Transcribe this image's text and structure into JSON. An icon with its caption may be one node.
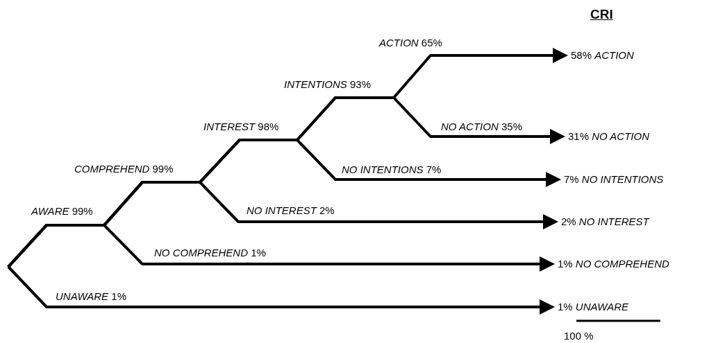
{
  "diagram": {
    "title": "CRI",
    "nodes": [
      {
        "text": [
          "58% *ACTION*"
        ]
      },
      {
        "text": [
          "31% *NO ACTION*"
        ]
      },
      {
        "text": [
          "7% *NO INTENTIONS*"
        ]
      },
      {
        "text": [
          "2% *NO INTEREST*"
        ]
      },
      {
        "text": [
          "1% *NO COMPREHEND*"
        ]
      },
      {
        "text": [
          "1% *UNAWARE*"
        ]
      }
    ],
    "edges": [
      {
        "from": null,
        "to": 0,
        "arrow": "to",
        "label": "*ACTION* 65%"
      },
      {
        "from": null,
        "to": 1,
        "arrow": "to",
        "label": "*NO ACTION* 35%"
      },
      {
        "from": null,
        "to": 2,
        "arrow": "to",
        "label": "*NO INTENTIONS* 7%"
      },
      {
        "from": null,
        "to": 3,
        "arrow": "to",
        "label": "*NO INTEREST* 2%"
      },
      {
        "from": null,
        "to": 4,
        "arrow": "to",
        "label": "*NO COMPREHEND* 1%"
      },
      {
        "from": null,
        "to": 5,
        "arrow": "to",
        "label": "*UNAWARE* 1%"
      }
    ],
    "labels": [
      "*INTENTIONS* 93%",
      "*INTEREST* 98%",
      "*COMPREHEND* 99%",
      "*AWARE* 99%",
      "100 %"
    ]
  }
}
